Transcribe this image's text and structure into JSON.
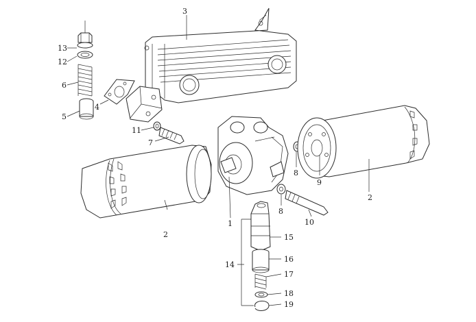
{
  "labels": {
    "n1": "1",
    "n2a": "2",
    "n2b": "2",
    "n3": "3",
    "n4": "4",
    "n5": "5",
    "n6": "6",
    "n7": "7",
    "n8a": "8",
    "n8b": "8",
    "n9": "9",
    "n10": "10",
    "n11": "11",
    "n12": "12",
    "n13": "13",
    "n14": "14",
    "n15": "15",
    "n16": "16",
    "n17": "17",
    "n18": "18",
    "n19": "19"
  },
  "colors": {
    "line": "#2a2a2a",
    "paper": "#ffffff"
  }
}
